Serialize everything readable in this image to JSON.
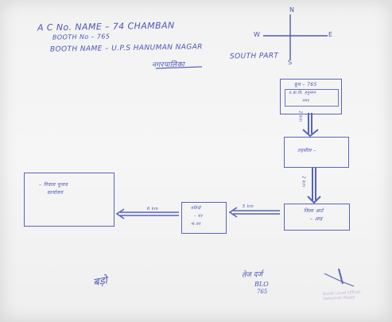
{
  "header": {
    "line1": "A C No. NAME – 74 CHAMBAN",
    "line2": "BOOTH No – 765",
    "line3": "BOOTH NAME – U.P.S HANUMAN NAGAR",
    "line4": "SOUTH PART",
    "line5": "नगरपालिका"
  },
  "compass": {
    "north": "N",
    "west": "W",
    "east": "E",
    "south": "S"
  },
  "boxes": {
    "booth_line1": "बूथ – 765",
    "booth_line2": "उ.प्रा.वि. हनुमान",
    "booth_line3": "नगर",
    "middle": "तहसील –",
    "bottom_right_line1": "जिला आर्ट",
    "bottom_right_line2": "– आइ",
    "small_line1": "बलिदी",
    "small_line2": "– घर",
    "small_line3": "ना.घर",
    "left_line1": "– निवास चुनाव",
    "left_line2": "कार्यालय"
  },
  "distances": {
    "d1": "2 km",
    "d2": "2 km",
    "d3": "5 km",
    "d4": "6 km"
  },
  "signatures": {
    "left": "बड़ो",
    "right_line1": "तेज दर्ज",
    "right_line2": "BLO",
    "right_line3": "765"
  },
  "stamp": {
    "line1": "Booth Level Officer",
    "line2": "Hanuman Nagar"
  }
}
